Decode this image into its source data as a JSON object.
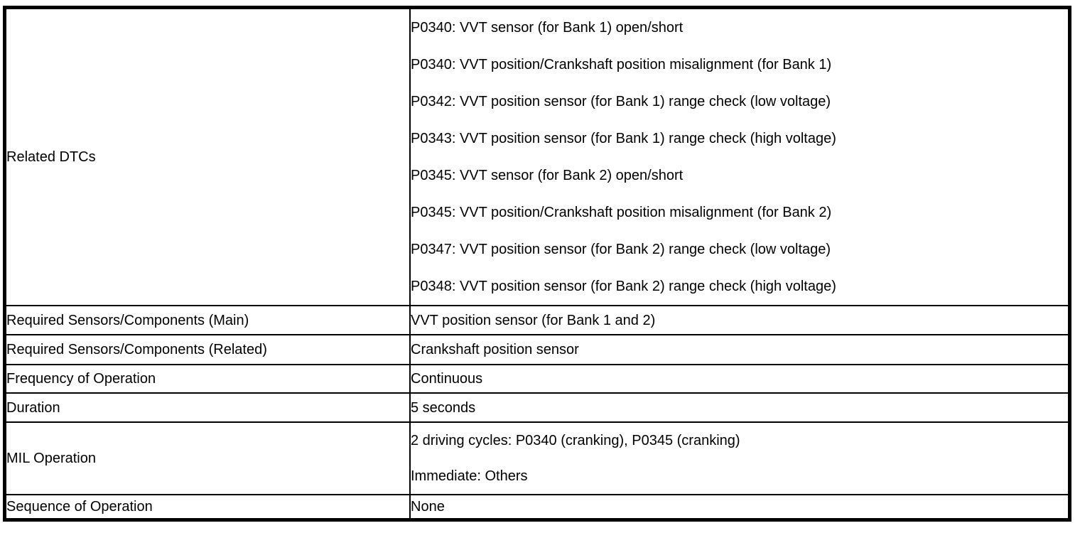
{
  "table": {
    "rows": [
      {
        "label": "Related DTCs",
        "values": [
          "P0340: VVT sensor (for Bank 1) open/short",
          "P0340: VVT position/Crankshaft position misalignment (for Bank 1)",
          "P0342: VVT position sensor (for Bank 1) range check (low voltage)",
          "P0343: VVT position sensor (for Bank 1) range check (high voltage)",
          "P0345: VVT sensor (for Bank 2) open/short",
          "P0345: VVT position/Crankshaft position misalignment (for Bank 2)",
          "P0347: VVT position sensor (for Bank 2) range check (low voltage)",
          "P0348: VVT position sensor (for Bank 2) range check (high voltage)"
        ]
      },
      {
        "label": "Required Sensors/Components (Main)",
        "values": [
          "VVT position sensor (for Bank 1 and 2)"
        ]
      },
      {
        "label": "Required Sensors/Components (Related)",
        "values": [
          "Crankshaft position sensor"
        ]
      },
      {
        "label": "Frequency of Operation",
        "values": [
          "Continuous"
        ]
      },
      {
        "label": "Duration",
        "values": [
          "5 seconds"
        ]
      },
      {
        "label": "MIL Operation",
        "values": [
          "2 driving cycles: P0340 (cranking), P0345 (cranking)",
          "Immediate: Others"
        ]
      },
      {
        "label": "Sequence of Operation",
        "values": [
          "None"
        ]
      }
    ]
  }
}
